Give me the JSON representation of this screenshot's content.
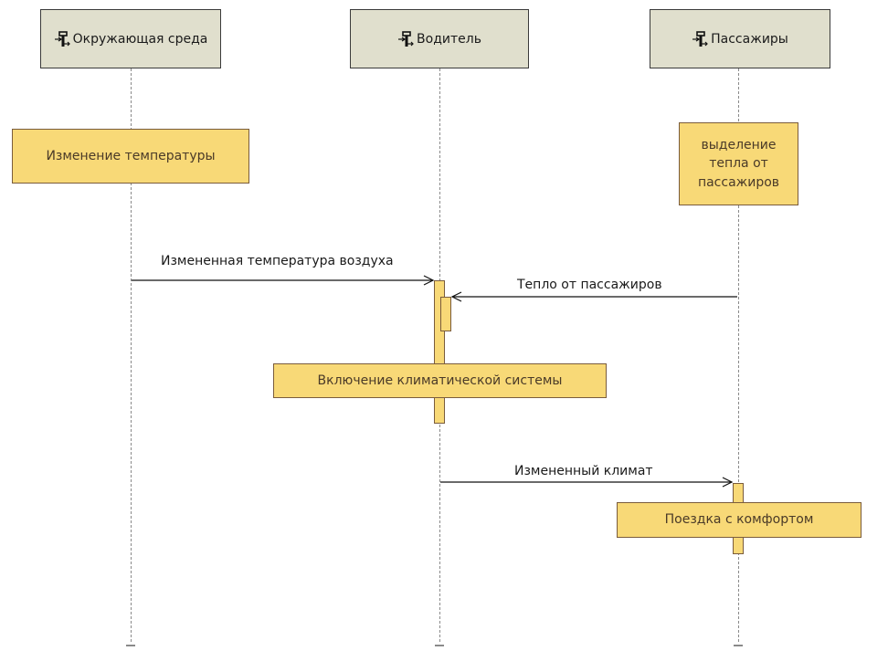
{
  "lifelines": [
    {
      "name": "Окружающая среда",
      "icon": "participant-icon"
    },
    {
      "name": "Водитель",
      "icon": "participant-icon"
    },
    {
      "name": "Пассажиры",
      "icon": "participant-icon"
    }
  ],
  "states": {
    "env_change": "Изменение температуры",
    "passenger_heat": "выделение тепла от пассажиров",
    "climate_on": "Включение климатической системы",
    "comfort_ride": "Поездка с комфортом"
  },
  "messages": [
    {
      "label": "Измененная температура воздуха",
      "from": "Окружающая среда",
      "to": "Водитель"
    },
    {
      "label": "Тепло от пассажиров",
      "from": "Пассажиры",
      "to": "Водитель"
    },
    {
      "label": "Измененный климат",
      "from": "Водитель",
      "to": "Пассажиры"
    }
  ],
  "colors": {
    "header_fill": "#e0dfcd",
    "state_fill": "#f8d977",
    "state_border": "#7a5c3c",
    "lifeline": "#8a8a8a"
  }
}
